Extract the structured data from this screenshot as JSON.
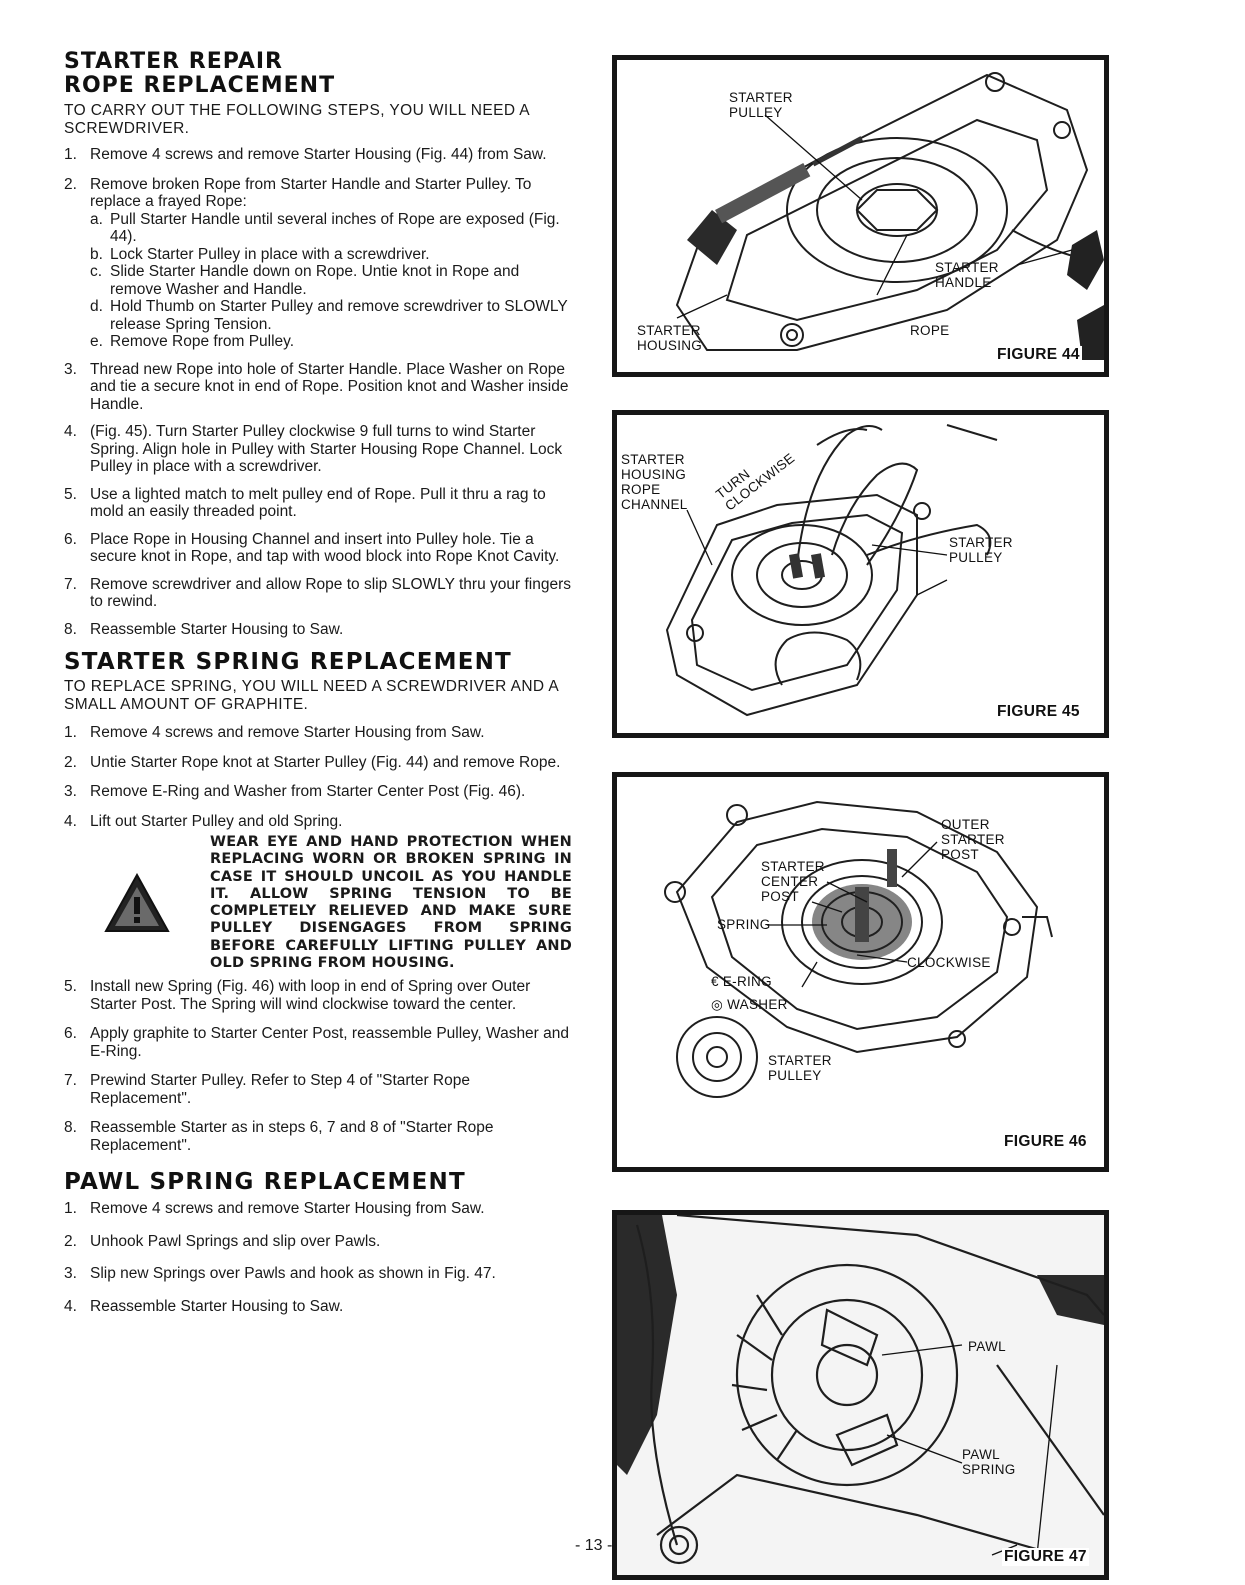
{
  "rope": {
    "title1": "STARTER REPAIR",
    "title2": "ROPE REPLACEMENT",
    "intro": "TO CARRY OUT THE FOLLOWING STEPS, YOU WILL NEED A SCREWDRIVER.",
    "steps": [
      {
        "n": "1.",
        "text": "Remove 4 screws and remove Starter Housing (Fig. 44) from Saw."
      },
      {
        "n": "2.",
        "text": "Remove broken Rope from Starter Handle and Starter Pulley. To replace a frayed Rope:"
      },
      {
        "n": "3.",
        "text": "Thread new Rope into hole of Starter Handle. Place Washer on Rope and tie a secure knot in end of Rope. Position knot and Washer inside Handle."
      },
      {
        "n": "4.",
        "text": "(Fig. 45). Turn Starter Pulley clockwise 9 full turns to wind Starter Spring. Align hole in Pulley with Starter Housing Rope Channel. Lock Pulley in place with a screwdriver."
      },
      {
        "n": "5.",
        "text": "Use a lighted match to melt pulley end of Rope. Pull it thru a rag to mold an easily threaded point."
      },
      {
        "n": "6.",
        "text": "Place Rope in Housing Channel and insert into Pulley hole. Tie a secure knot in Rope, and tap with wood block into Rope Knot Cavity."
      },
      {
        "n": "7.",
        "text": "Remove screwdriver and allow Rope to slip SLOWLY thru your fingers to rewind."
      },
      {
        "n": "8.",
        "text": "Reassemble Starter Housing to Saw."
      }
    ],
    "substeps": [
      {
        "n": "a.",
        "text": "Pull Starter Handle until several inches of Rope are exposed (Fig. 44)."
      },
      {
        "n": "b.",
        "text": "Lock Starter Pulley in place with a screwdriver."
      },
      {
        "n": "c.",
        "text": "Slide Starter Handle down on Rope. Untie knot in Rope and remove Washer and Handle."
      },
      {
        "n": "d.",
        "text": "Hold Thumb on Starter Pulley and remove screwdriver to SLOWLY release Spring Tension."
      },
      {
        "n": "e.",
        "text": "Remove Rope from Pulley."
      }
    ]
  },
  "spring": {
    "title": "STARTER SPRING REPLACEMENT",
    "intro": "TO REPLACE SPRING, YOU WILL NEED A SCREWDRIVER AND A SMALL AMOUNT OF GRAPHITE.",
    "steps": [
      {
        "n": "1.",
        "text": "Remove 4 screws and remove Starter Housing from Saw."
      },
      {
        "n": "2.",
        "text": "Untie Starter Rope knot at Starter Pulley (Fig. 44) and remove Rope."
      },
      {
        "n": "3.",
        "text": "Remove E-Ring and Washer from Starter Center Post (Fig. 46)."
      },
      {
        "n": "4.",
        "text": "Lift out Starter Pulley and old Spring."
      },
      {
        "n": "5.",
        "text": "Install new Spring (Fig. 46) with loop in end of Spring over Outer Starter Post. The Spring will wind clockwise toward the center."
      },
      {
        "n": "6.",
        "text": "Apply graphite to Starter Center Post, reassemble Pulley, Washer and E-Ring."
      },
      {
        "n": "7.",
        "text": "Prewind Starter Pulley. Refer to Step 4 of \"Starter Rope Replacement\"."
      },
      {
        "n": "8.",
        "text": "Reassemble Starter as in steps 6, 7 and 8 of \"Starter Rope Replacement\"."
      }
    ],
    "warning": "WEAR EYE AND HAND PROTECTION WHEN REPLACING WORN OR BROKEN SPRING IN CASE IT SHOULD UNCOIL AS YOU HANDLE IT. ALLOW SPRING TENSION TO BE COMPLETELY RELIEVED AND MAKE SURE PULLEY DISENGAGES FROM SPRING BEFORE CAREFULLY LIFTING PULLEY AND OLD SPRING FROM HOUSING.",
    "warning_icon": "warning-triangle-icon"
  },
  "pawl": {
    "title": "PAWL SPRING REPLACEMENT",
    "steps": [
      {
        "n": "1.",
        "text": "Remove 4 screws and remove Starter Housing from Saw."
      },
      {
        "n": "2.",
        "text": "Unhook Pawl Springs and slip over Pawls."
      },
      {
        "n": "3.",
        "text": "Slip new Springs over Pawls and hook as shown in Fig. 47."
      },
      {
        "n": "4.",
        "text": "Reassemble Starter Housing to Saw."
      }
    ]
  },
  "page_number": "- 13 -",
  "figures": {
    "fig44": {
      "caption": "FIGURE 44",
      "labels": {
        "pulley": "STARTER\nPULLEY",
        "handle": "STARTER\nHANDLE",
        "housing": "STARTER\nHOUSING",
        "rope": "ROPE"
      }
    },
    "fig45": {
      "caption": "FIGURE 45",
      "labels": {
        "channel": "STARTER\nHOUSING\nROPE\nCHANNEL",
        "turn": "TURN\nCLOCKWISE",
        "pulley": "STARTER\nPULLEY"
      }
    },
    "fig46": {
      "caption": "FIGURE 46",
      "labels": {
        "outer": "OUTER\nSTARTER\nPOST",
        "center": "STARTER\nCENTER\nPOST",
        "spring": "SPRING",
        "clockwise": "CLOCKWISE",
        "ering": "E-RING",
        "washer": "WASHER",
        "pulley": "STARTER\nPULLEY"
      }
    },
    "fig47": {
      "caption": "FIGURE 47",
      "labels": {
        "pawl": "PAWL",
        "pawlspring": "PAWL\nSPRING"
      }
    }
  }
}
